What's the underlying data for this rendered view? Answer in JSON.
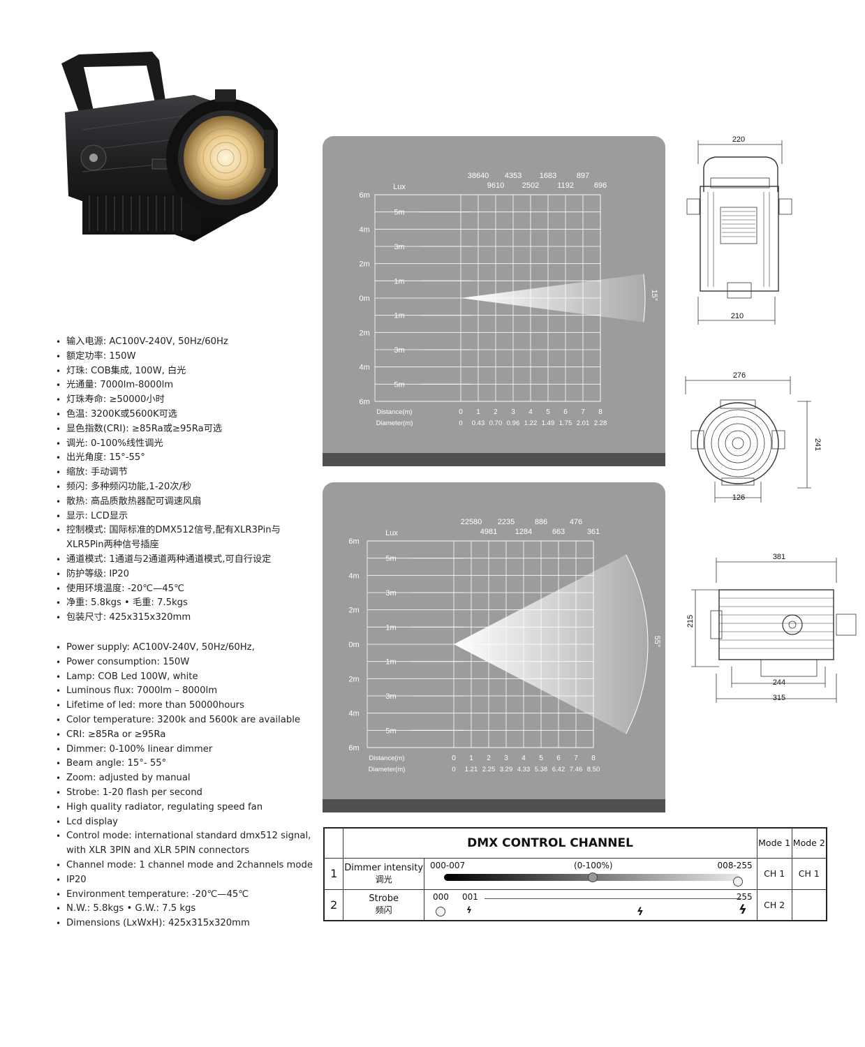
{
  "specs_cn": [
    "输入电源: AC100V-240V, 50Hz/60Hz",
    "额定功率: 150W",
    "灯珠: COB集成, 100W, 白光",
    "光通量: 7000lm-8000lm",
    "灯珠寿命: ≥50000小时",
    "色温: 3200K或5600K可选",
    "显色指数(CRI): ≥85Ra或≥95Ra可选",
    "调光: 0-100%线性调光",
    "出光角度: 15°-55°",
    "缩放: 手动调节",
    "频闪: 多种频闪功能,1-20次/秒",
    "散热: 高品质散热器配可调速风扇",
    "显示: LCD显示",
    "控制模式: 国际标准的DMX512信号,配有XLR3Pin与",
    "XLR5Pin两种信号插座",
    "通道模式: 1通道与2通道两种通道模式,可自行设定",
    "防护等级: IP20",
    "使用环境温度: -20℃—45℃",
    "净重: 5.8kgs  • 毛重: 7.5kgs",
    "包装尺寸: 425x315x320mm"
  ],
  "specs_en": [
    "Power supply: AC100V-240V, 50Hz/60Hz,",
    "Power consumption: 150W",
    "Lamp: COB Led 100W, white",
    "Luminous flux: 7000lm – 8000lm",
    "Lifetime of led: more than 50000hours",
    "Color temperature: 3200k and 5600k are available",
    "CRI: ≥85Ra or ≥95Ra",
    "Dimmer: 0-100% linear dimmer",
    "Beam angle: 15°- 55°",
    "Zoom: adjusted by manual",
    "Strobe: 1-20 flash per second",
    "High quality radiator, regulating speed fan",
    "Lcd display",
    "Control mode: international standard dmx512 signal,",
    "with XLR 3PIN and XLR 5PIN connectors",
    "Channel mode: 1 channel mode and 2channels mode",
    "IP20",
    "Environment temperature: -20℃—45℃",
    "N.W.: 5.8kgs   •  G.W.: 7.5 kgs",
    "Dimensions (LxWxH): 425x315x320mm"
  ],
  "chart_data": [
    {
      "type": "beam-diagram",
      "angle": "15°",
      "lux_label": "Lux",
      "lux_top": [
        "38640",
        "4353",
        "1683",
        "897"
      ],
      "lux_bottom": [
        "9610",
        "2502",
        "1192",
        "696"
      ],
      "y_ticks": [
        "6m",
        "4m",
        "2m",
        "0m",
        "2m",
        "4m",
        "6m"
      ],
      "inner_ticks": [
        "5m",
        "3m",
        "1m",
        "1m",
        "3m",
        "5m"
      ],
      "distance_label": "Distance(m)",
      "diameter_label": "Diameter(m)",
      "distance": [
        "0",
        "1",
        "2",
        "3",
        "4",
        "5",
        "6",
        "7",
        "8"
      ],
      "diameter": [
        "0",
        "0.43",
        "0.70",
        "0.96",
        "1.22",
        "1.49",
        "1.75",
        "2.01",
        "2.28"
      ],
      "half_angle_deg": 7.5
    },
    {
      "type": "beam-diagram",
      "angle": "55°",
      "lux_label": "Lux",
      "lux_top": [
        "22580",
        "2235",
        "886",
        "476"
      ],
      "lux_bottom": [
        "4981",
        "1284",
        "663",
        "361"
      ],
      "y_ticks": [
        "6m",
        "4m",
        "2m",
        "0m",
        "2m",
        "4m",
        "6m"
      ],
      "inner_ticks": [
        "5m",
        "3m",
        "1m",
        "1m",
        "3m",
        "5m"
      ],
      "distance_label": "Distance(m)",
      "diameter_label": "Diameter(m)",
      "distance": [
        "0",
        "1",
        "2",
        "3",
        "4",
        "5",
        "6",
        "7",
        "8"
      ],
      "diameter": [
        "0",
        "1.21",
        "2.25",
        "3.29",
        "4.33",
        "5.38",
        "6.42",
        "7.46",
        "8.50"
      ],
      "half_angle_deg": 27.5
    }
  ],
  "dimensions": {
    "front_top": "220",
    "front_bottom": "210",
    "lens_top": "276",
    "lens_side": "241",
    "lens_bottom": "126",
    "side_top": "381",
    "side_left": "215",
    "side_inner": "244",
    "side_bottom": "315"
  },
  "dmx": {
    "title": "DMX CONTROL CHANNEL",
    "mode1": "Mode 1",
    "mode2": "Mode 2",
    "rows": [
      {
        "num": "1",
        "name": "Dimmer intensity",
        "name_cn": "调光",
        "range_left": "000-007",
        "range_mid": "(0-100%)",
        "range_right": "008-255",
        "mode1": "CH 1",
        "mode2": "CH 1"
      },
      {
        "num": "2",
        "name": "Strobe",
        "name_cn": "频闪",
        "range_left": "000",
        "range_mid": "001",
        "range_right": "255",
        "mode1": "CH 2",
        "mode2": ""
      }
    ]
  }
}
